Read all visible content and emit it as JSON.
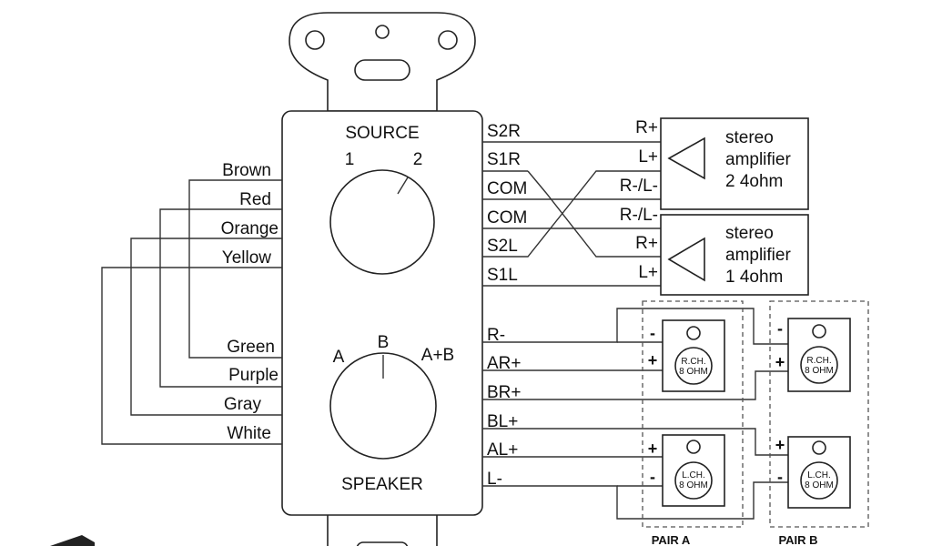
{
  "panel": {
    "source_title": "SOURCE",
    "source_pos_1": "1",
    "source_pos_2": "2",
    "speaker_title": "SPEAKER",
    "speaker_pos_a": "A",
    "speaker_pos_b": "B",
    "speaker_pos_ab": "A+B"
  },
  "left_wires": [
    "Brown",
    "Red",
    "Orange",
    "Yellow",
    "Green",
    "Purple",
    "Gray",
    "White"
  ],
  "right_terminals": [
    "S2R",
    "S1R",
    "COM",
    "COM",
    "S2L",
    "S1L",
    "R-",
    "AR+",
    "BR+",
    "BL+",
    "AL+",
    "L-"
  ],
  "amplifier_2": {
    "terminals": [
      "R+",
      "L+",
      "R-/L-"
    ],
    "line1": "stereo",
    "line2": "amplifier",
    "line3": "2  4ohm"
  },
  "amplifier_1": {
    "terminals": [
      "R-/L-",
      "R+",
      "L+"
    ],
    "line1": "stereo",
    "line2": "amplifier",
    "line3": "1  4ohm"
  },
  "speakers": {
    "pair_a": {
      "label": "PAIR A",
      "right": {
        "line1": "R.CH.",
        "line2": "8 OHM",
        "minus": "-",
        "plus": "+"
      },
      "left": {
        "line1": "L.CH.",
        "line2": "8 OHM",
        "plus": "+",
        "minus": "-"
      }
    },
    "pair_b": {
      "label": "PAIR B",
      "right": {
        "line1": "R.CH.",
        "line2": "8 OHM",
        "minus": "-",
        "plus": "+"
      },
      "left": {
        "line1": "L.CH.",
        "line2": "8 OHM",
        "plus": "+",
        "minus": "-"
      }
    }
  }
}
